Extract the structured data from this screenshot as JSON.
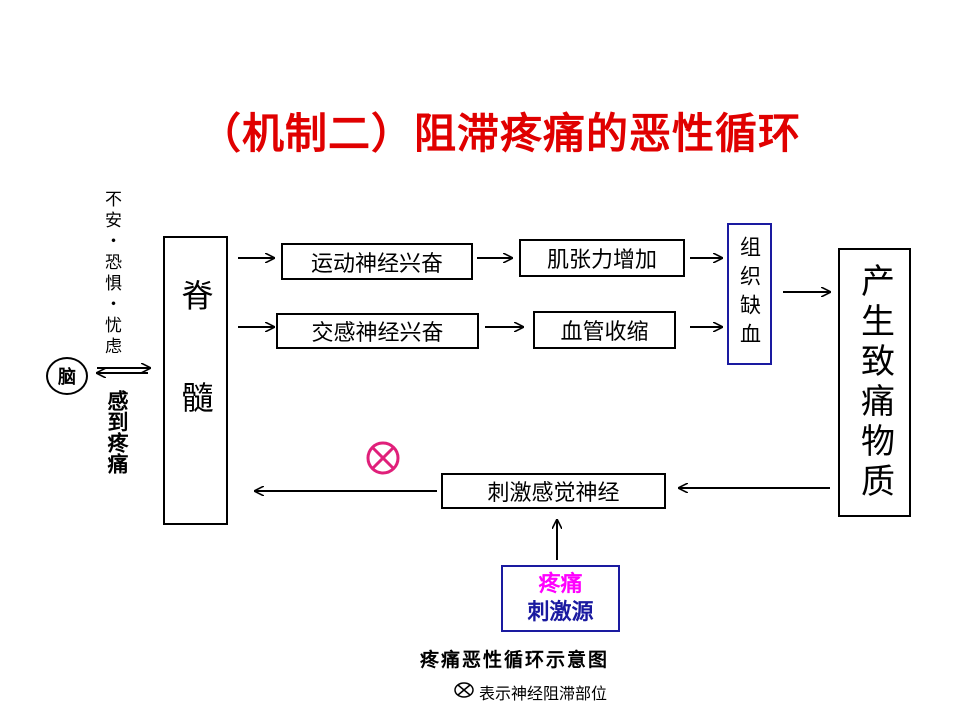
{
  "title": "（机制二）阻滞疼痛的恶性循环",
  "side_top_text": "不安・恐惧・忧虑",
  "brain_label": "脑",
  "side_bottom_text": "感到疼痛",
  "spinal_cord": "脊髓",
  "motor_nerve": "运动神经兴奋",
  "muscle_tension": "肌张力增加",
  "sympathetic_nerve": "交感神经兴奋",
  "vasoconstriction": "血管收缩",
  "ischemia": "组织缺血",
  "pain_substance": "产生致痛物质",
  "sensory_nerve": "刺激感觉神经",
  "pain_source_line1": "疼痛",
  "pain_source_line2": "刺激源",
  "caption": "疼痛恶性循环示意图",
  "legend_text": "表示神经阻滞部位",
  "colors": {
    "title": "#e00000",
    "blue_border": "#1a1aa0",
    "magenta_text": "#ff00ff",
    "block_symbol": "#e0207a"
  }
}
